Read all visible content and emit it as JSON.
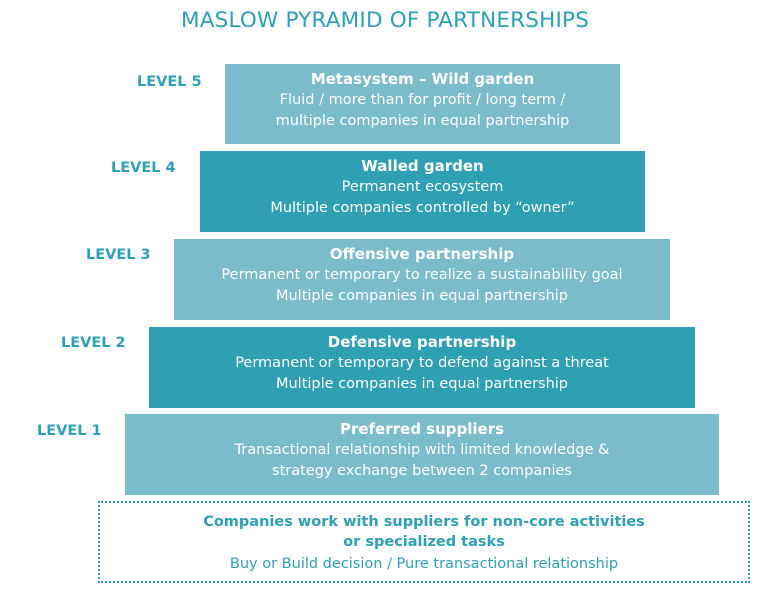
{
  "title": "MASLOW PYRAMID OF PARTNERSHIPS",
  "colors": {
    "accent": "#2ea0b5",
    "light_box": "#7bbccb",
    "dark_box": "#2f9fb4"
  },
  "levels": [
    {
      "label": "LEVEL 5",
      "heading": "Metasystem – Wild garden",
      "lines": [
        "Fluid / more than for profit / long term /",
        "multiple companies in equal partnership"
      ]
    },
    {
      "label": "LEVEL 4",
      "heading": "Walled garden",
      "lines": [
        "Permanent ecosystem",
        "Multiple companies controlled by “owner”"
      ]
    },
    {
      "label": "LEVEL 3",
      "heading": "Offensive partnership",
      "lines": [
        "Permanent or temporary to realize a sustainability goal",
        "Multiple companies in equal partnership"
      ]
    },
    {
      "label": "LEVEL 2",
      "heading": "Defensive partnership",
      "lines": [
        "Permanent or temporary to defend against a threat",
        "Multiple companies in equal partnership"
      ]
    },
    {
      "label": "LEVEL 1",
      "heading": "Preferred suppliers",
      "lines": [
        "Transactional relationship with limited knowledge &",
        "strategy exchange between 2 companies"
      ]
    }
  ],
  "base": {
    "heading_lines": [
      "Companies work with suppliers for non-core activities",
      "or specialized tasks"
    ],
    "sub": "Buy or Build decision / Pure transactional relationship"
  }
}
